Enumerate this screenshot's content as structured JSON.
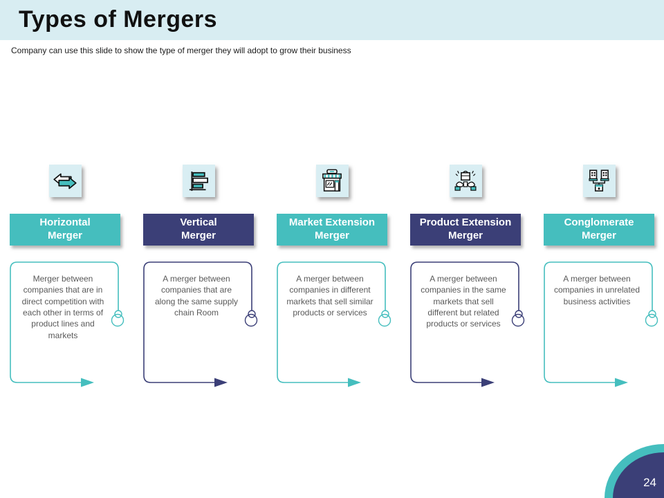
{
  "slide": {
    "title": "Types of Mergers",
    "subtitle": "Company can use this slide to show the type of merger they will adopt to grow their business",
    "page_number": "24"
  },
  "colors": {
    "header_background": "#D8EDF2",
    "icon_box_background": "#D9EEF3",
    "teal_accent": "#45BEBE",
    "navy_accent": "#3B3F77",
    "description_text": "#595959",
    "title_text": "#111111",
    "box_label_text": "#FFFFFF"
  },
  "columns": [
    {
      "title": "Horizontal Merger",
      "title_line1": "Horizontal",
      "title_line2": "Merger",
      "accent": "teal",
      "icon": "double-arrow-icon",
      "description": "Merger between companies that are in direct competition with each other in terms of product lines and markets"
    },
    {
      "title": "Vertical Merger",
      "title_line1": "Vertical",
      "title_line2": "Merger",
      "accent": "navy",
      "icon": "bar-chart-icon",
      "description": "A merger between companies that are along the same supply chain Room"
    },
    {
      "title": "Market Extension Merger",
      "title_line1": "Market Extension",
      "title_line2": "Merger",
      "accent": "teal",
      "icon": "storefront-icon",
      "description": "A merger between companies in different markets that sell similar products or services"
    },
    {
      "title": "Product Extension Merger",
      "title_line1": "Product Extension",
      "title_line2": "Merger",
      "accent": "navy",
      "icon": "hands-product-icon",
      "description": "A merger between companies in the same markets that sell different but related products or services"
    },
    {
      "title": "Conglomerate Merger",
      "title_line1": "Conglomerate",
      "title_line2": "Merger",
      "accent": "teal",
      "icon": "merged-companies-icon",
      "description": "A merger between companies in unrelated business activities"
    }
  ]
}
